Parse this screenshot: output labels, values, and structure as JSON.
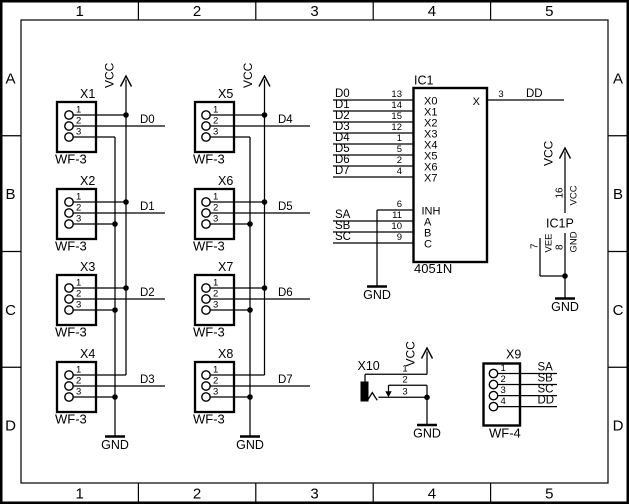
{
  "frame": {
    "cols": [
      "1",
      "2",
      "3",
      "4",
      "5"
    ],
    "rows": [
      "A",
      "B",
      "C",
      "D"
    ]
  },
  "labels": {
    "vcc": "VCC",
    "gnd": "GND"
  },
  "connectors": [
    {
      "name": "X1",
      "value": "WF-3",
      "pins": [
        "1",
        "2",
        "3"
      ],
      "net": "D0"
    },
    {
      "name": "X2",
      "value": "WF-3",
      "pins": [
        "1",
        "2",
        "3"
      ],
      "net": "D1"
    },
    {
      "name": "X3",
      "value": "WF-3",
      "pins": [
        "1",
        "2",
        "3"
      ],
      "net": "D2"
    },
    {
      "name": "X4",
      "value": "WF-3",
      "pins": [
        "1",
        "2",
        "3"
      ],
      "net": "D3"
    },
    {
      "name": "X5",
      "value": "WF-3",
      "pins": [
        "1",
        "2",
        "3"
      ],
      "net": "D4"
    },
    {
      "name": "X6",
      "value": "WF-3",
      "pins": [
        "1",
        "2",
        "3"
      ],
      "net": "D5"
    },
    {
      "name": "X7",
      "value": "WF-3",
      "pins": [
        "1",
        "2",
        "3"
      ],
      "net": "D6"
    },
    {
      "name": "X8",
      "value": "WF-3",
      "pins": [
        "1",
        "2",
        "3"
      ],
      "net": "D7"
    }
  ],
  "ic1": {
    "name": "IC1",
    "value": "4051N",
    "inputs": [
      {
        "net": "D0",
        "pin": "13",
        "label": "X0"
      },
      {
        "net": "D1",
        "pin": "14",
        "label": "X1"
      },
      {
        "net": "D2",
        "pin": "15",
        "label": "X2"
      },
      {
        "net": "D3",
        "pin": "12",
        "label": "X3"
      },
      {
        "net": "D4",
        "pin": "1",
        "label": "X4"
      },
      {
        "net": "D5",
        "pin": "5",
        "label": "X5"
      },
      {
        "net": "D6",
        "pin": "2",
        "label": "X6"
      },
      {
        "net": "D7",
        "pin": "4",
        "label": "X7"
      }
    ],
    "controls": [
      {
        "pin": "6",
        "label": "INH"
      },
      {
        "net": "SA",
        "pin": "11",
        "label": "A"
      },
      {
        "net": "SB",
        "pin": "10",
        "label": "B"
      },
      {
        "net": "SC",
        "pin": "9",
        "label": "C"
      }
    ],
    "output": {
      "net": "DD",
      "pin": "3",
      "label": "X"
    }
  },
  "ic1p": {
    "name": "IC1P",
    "vcc_pin": {
      "num": "16",
      "label": "VCC"
    },
    "vee_pin": {
      "num": "7",
      "label": "VEE"
    },
    "gnd_pin": {
      "num": "8",
      "label": "GND"
    }
  },
  "jack": {
    "name": "X10",
    "pins": [
      "1",
      "2",
      "3"
    ]
  },
  "x9": {
    "name": "X9",
    "value": "WF-4",
    "pins": [
      {
        "num": "1",
        "net": "SA"
      },
      {
        "num": "2",
        "net": "SB"
      },
      {
        "num": "3",
        "net": "SC"
      },
      {
        "num": "4",
        "net": "DD"
      }
    ]
  }
}
